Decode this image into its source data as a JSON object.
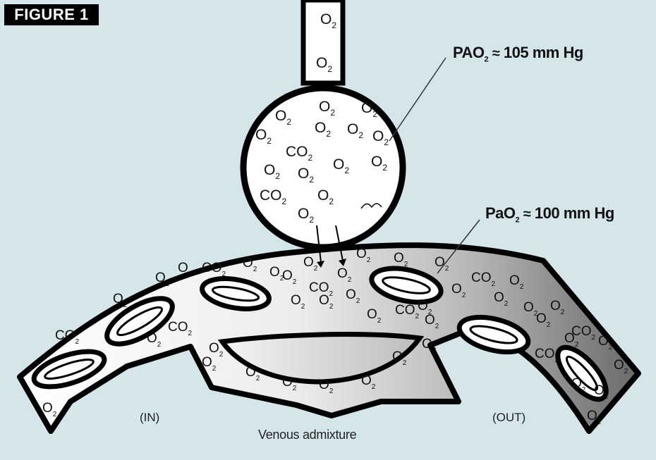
{
  "figure_label": "FIGURE 1",
  "callouts": {
    "alveolar": {
      "symbol": "PAO",
      "subscript": "2",
      "relation": "≈",
      "value": "105 mm Hg"
    },
    "arterial": {
      "symbol": "PaO",
      "subscript": "2",
      "relation": "≈",
      "value": "100 mm Hg"
    }
  },
  "labels": {
    "inflow": "(IN)",
    "outflow": "(OUT)",
    "caption": "Venous admixture"
  },
  "molecules": {
    "oxygen": "O",
    "carbon_dioxide": "CO",
    "subscript": "2"
  },
  "colors": {
    "background": "#d5e6ea",
    "outline": "#000000",
    "label_bg": "#000000",
    "label_fg": "#ffffff"
  }
}
